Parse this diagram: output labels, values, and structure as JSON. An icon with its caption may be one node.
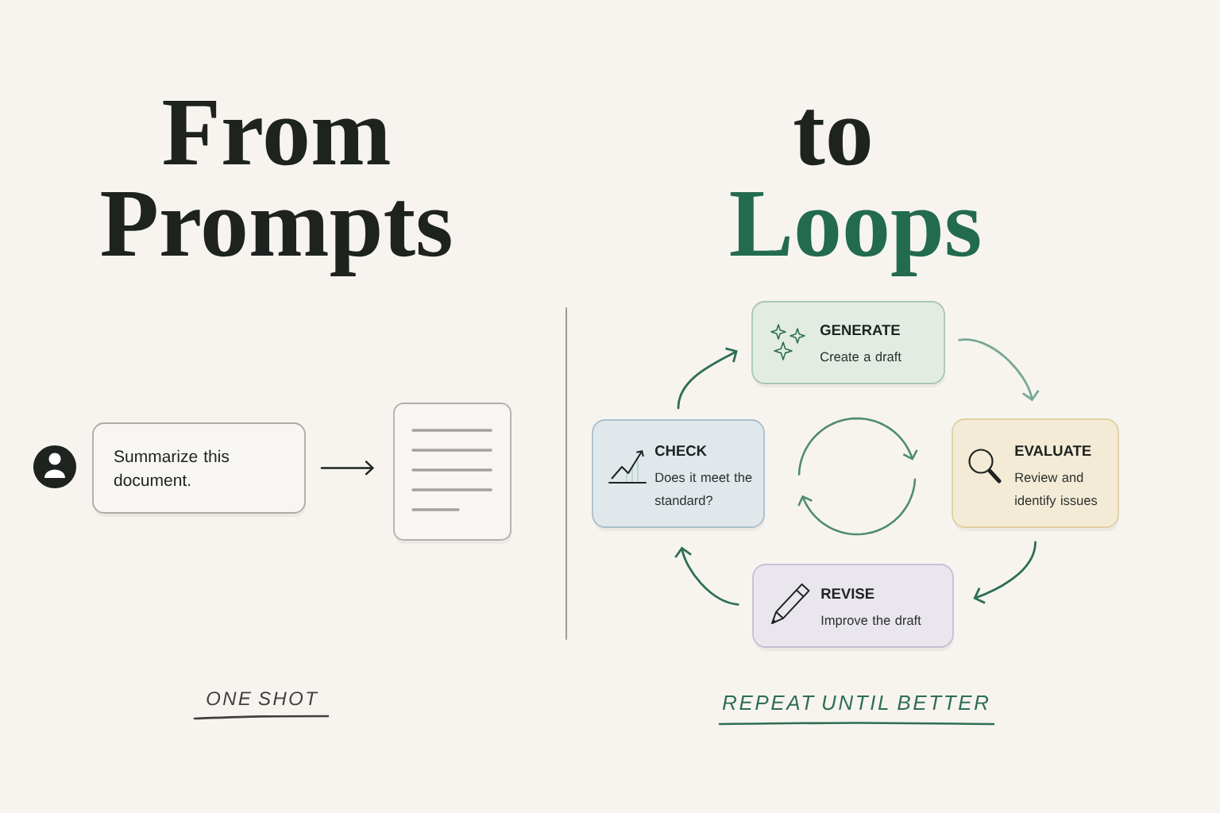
{
  "diagram": {
    "nodes": [
      {
        "text": [
          "Summarize this document."
        ]
      },
      {
        "text": [],
        "shape": "document"
      },
      {
        "text": [
          "GENERATE",
          "Create a draft"
        ]
      },
      {
        "text": [
          "CHECK",
          "Does it meet the standard?"
        ]
      },
      {
        "text": [
          "EVALUATE",
          "Review and identify issues"
        ]
      },
      {
        "text": [
          "REVISE",
          "Improve the draft"
        ]
      }
    ],
    "edges": [
      {
        "from": 0,
        "to": 1,
        "arrow": "to",
        "color": "#1e2320"
      },
      {
        "from": 2,
        "to": 4,
        "arrow": "to",
        "color": "#79a893"
      },
      {
        "from": 4,
        "to": 5,
        "arrow": "to"
      },
      {
        "from": 5,
        "to": 3,
        "arrow": "to"
      },
      {
        "from": 3,
        "to": 2,
        "arrow": "to"
      }
    ],
    "labels": [
      "From Prompts",
      "to",
      "Loops",
      "ONE SHOT",
      "REPEAT UNTIL BETTER"
    ]
  }
}
